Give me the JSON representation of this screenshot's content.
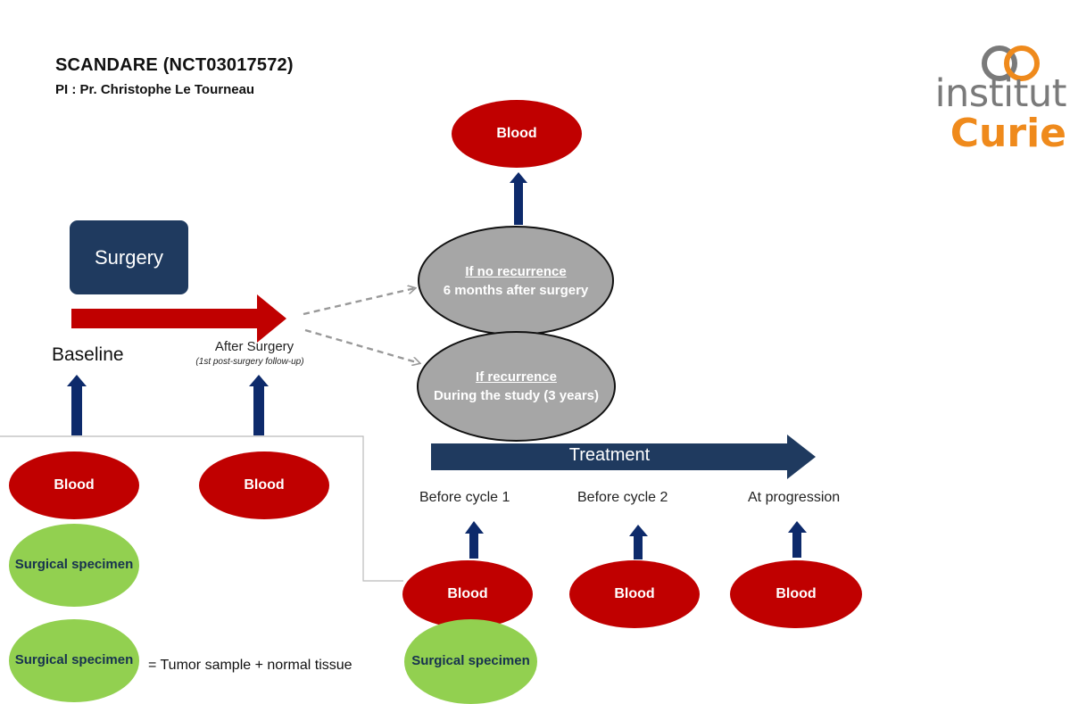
{
  "header": {
    "title": "SCANDARE (NCT03017572)",
    "pi": "PI : Pr. Christophe Le Tourneau"
  },
  "logo": {
    "word1": "institut",
    "word2": "Curie",
    "colors": {
      "gray": "#7a7a7a",
      "orange": "#ef8a1c"
    }
  },
  "surgery_box": {
    "label": "Surgery"
  },
  "timeline": {
    "baseline": "Baseline",
    "after_surgery": "After Surgery",
    "after_surgery_note": "(1st post-surgery follow-up)"
  },
  "branches": {
    "no_recurrence": {
      "title": "If no recurrence",
      "detail": "6 months after surgery"
    },
    "recurrence": {
      "title": "If recurrence",
      "detail": "During the study (3 years)"
    }
  },
  "treatment": {
    "label": "Treatment",
    "before_cycle1": "Before cycle 1",
    "before_cycle2": "Before cycle 2",
    "at_progression": "At progression"
  },
  "samples": {
    "blood": "Blood",
    "surgical_specimen": "Surgical specimen"
  },
  "legend": {
    "specimen_label": "Surgical specimen",
    "definition": "= Tumor sample + normal tissue"
  },
  "colors": {
    "blood_red": "#c00000",
    "specimen_green": "#92d050",
    "navy": "#1f3a5f",
    "arrow_navy": "#0d2a6b",
    "branch_grey": "#a6a6a6",
    "surgery_arrow_red": "#c00000"
  }
}
